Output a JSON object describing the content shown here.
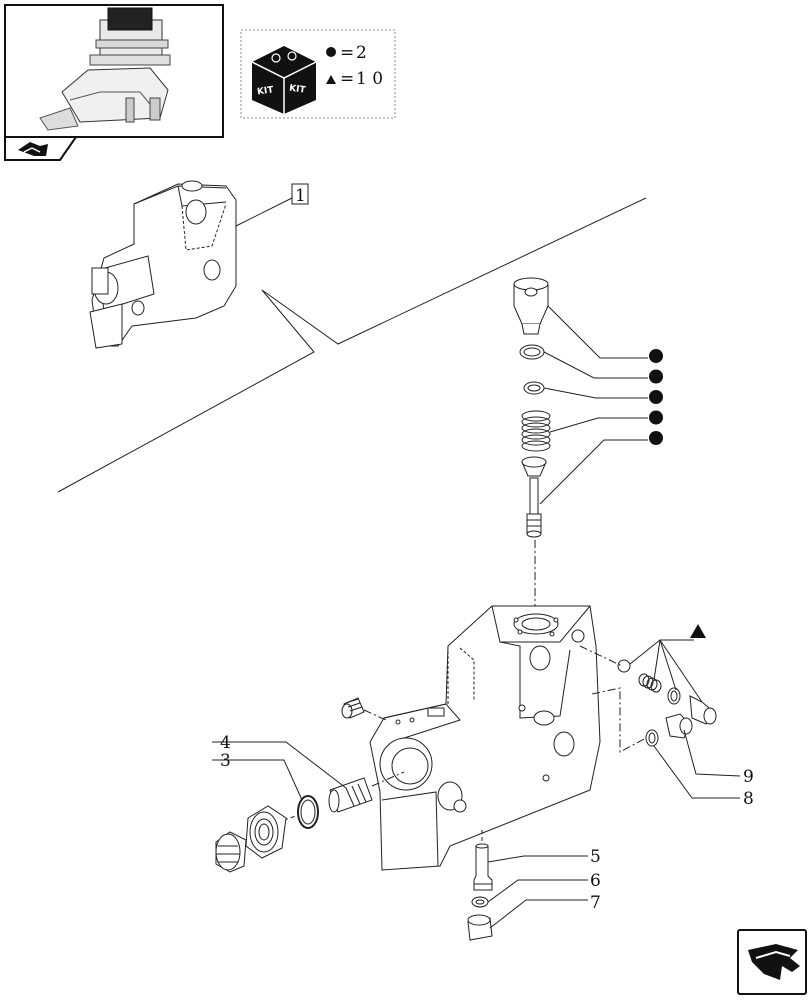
{
  "reference_box": {
    "label": "1"
  },
  "kit_legend": {
    "kit_label_left": "KIT",
    "kit_label_right": "KIT",
    "dot_symbol": "●",
    "dot_value": "2",
    "triangle_symbol": "▲",
    "triangle_value": "1 0"
  },
  "callouts": {
    "c3": "3",
    "c4": "4",
    "c5": "5",
    "c6": "6",
    "c7": "7",
    "c8": "8",
    "c9": "9"
  },
  "kit_dots_count": 5,
  "icons": {
    "thumbnail": "machine-thumbnail-icon",
    "prev_page": "previous-page-icon",
    "next_page": "next-page-arrow-icon"
  }
}
